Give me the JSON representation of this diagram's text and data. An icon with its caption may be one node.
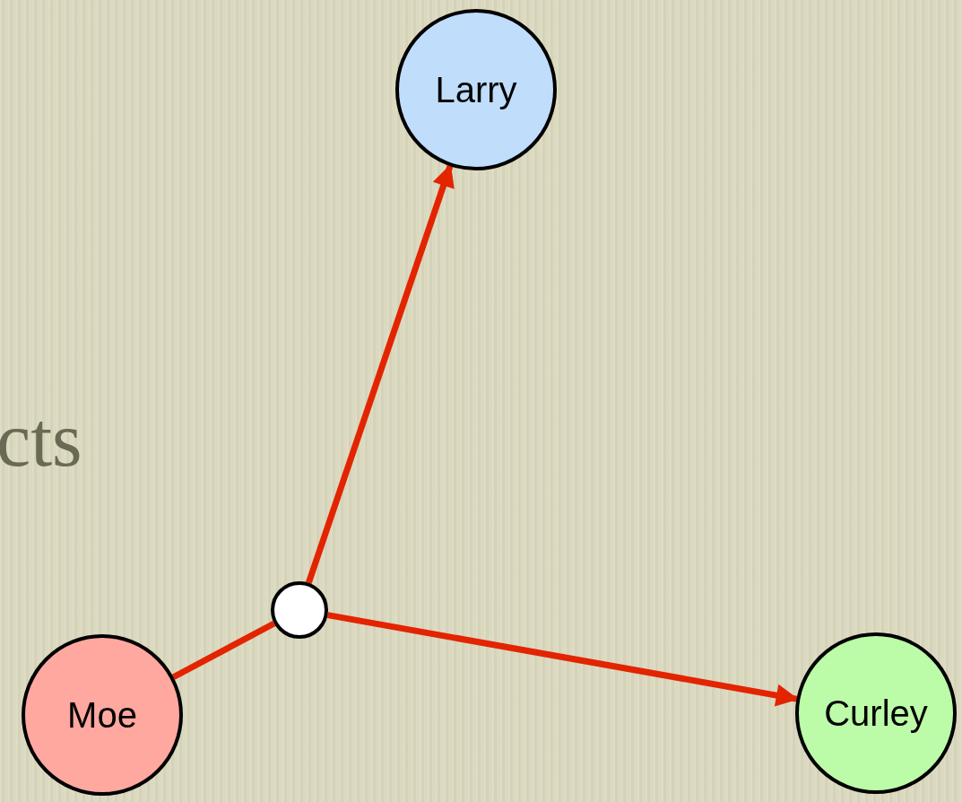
{
  "diagram": {
    "nodes": [
      {
        "text": [
          "Larry"
        ]
      },
      {
        "text": [],
        "shape": "circle"
      },
      {
        "text": [
          "Moe"
        ]
      },
      {
        "text": [
          "Curley"
        ]
      }
    ],
    "edges": [
      {
        "from": 2,
        "to": 1,
        "arrow": "none"
      },
      {
        "from": 1,
        "to": 0,
        "arrow": "to"
      },
      {
        "from": 1,
        "to": 3,
        "arrow": "to"
      }
    ],
    "labels": [
      "cts"
    ]
  }
}
